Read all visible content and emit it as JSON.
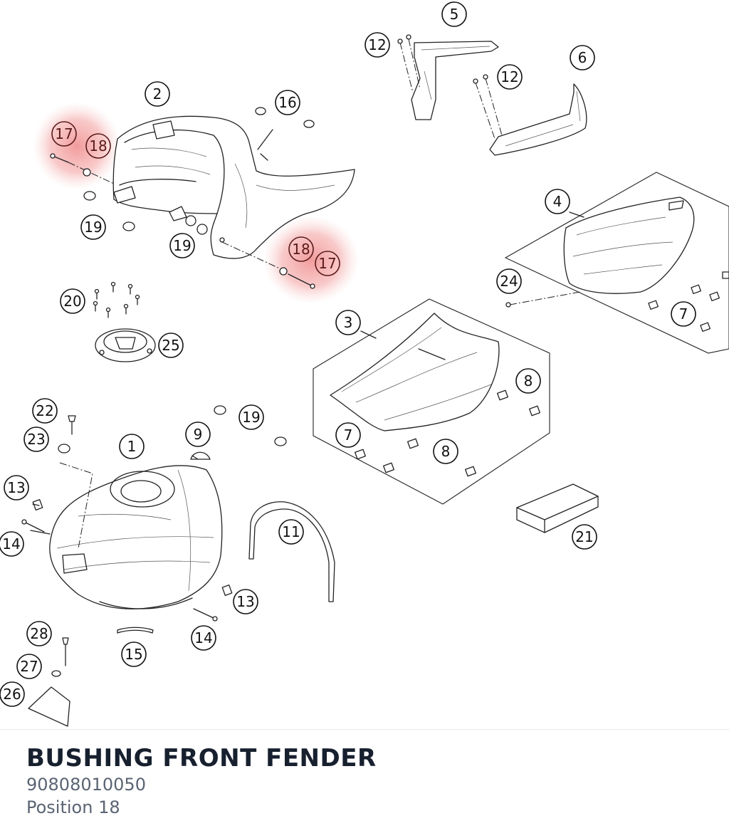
{
  "part": {
    "name": "BUSHING FRONT FENDER",
    "number": "90808010050",
    "position_label": "Position 18"
  },
  "colors": {
    "highlight": "#f0a0a0",
    "text_primary": "#17202e",
    "text_secondary": "#5a6473"
  },
  "callouts": [
    "17",
    "18",
    "18",
    "17",
    "2",
    "16",
    "19",
    "19",
    "20",
    "25",
    "5",
    "12",
    "12",
    "6",
    "4",
    "24",
    "7",
    "3",
    "8",
    "7",
    "8",
    "22",
    "23",
    "19",
    "9",
    "1",
    "13",
    "14",
    "11",
    "21",
    "13",
    "14",
    "15",
    "28",
    "27",
    "26"
  ]
}
